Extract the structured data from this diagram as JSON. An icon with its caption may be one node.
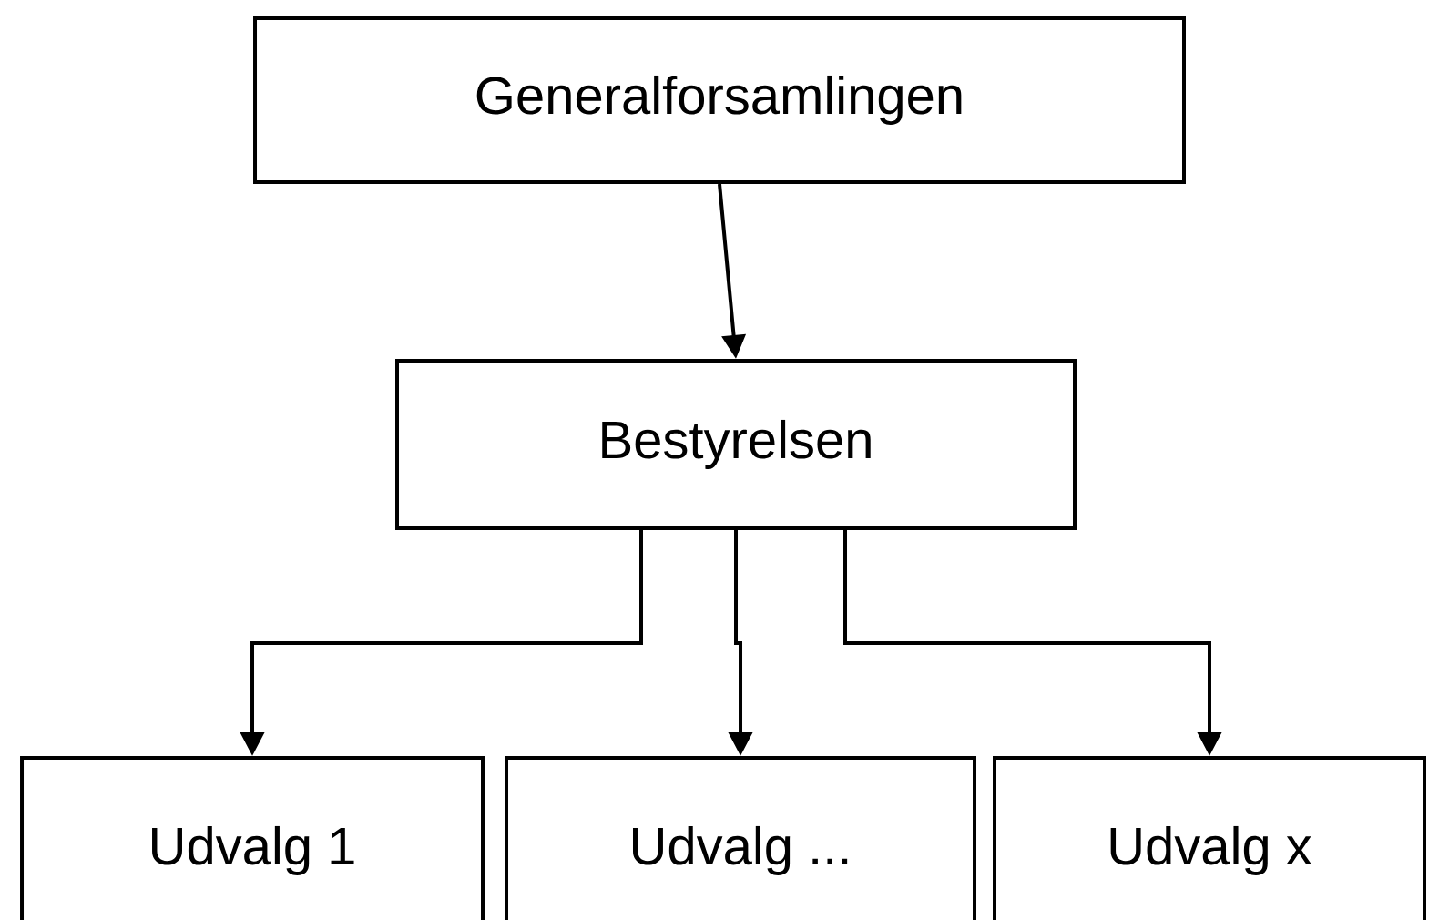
{
  "diagram": {
    "nodes": [
      {
        "text": [
          "Generalforsamlingen"
        ]
      },
      {
        "text": [
          "Bestyrelsen"
        ]
      },
      {
        "text": [
          "Udvalg 1"
        ]
      },
      {
        "text": [
          "Udvalg ..."
        ]
      },
      {
        "text": [
          "Udvalg x"
        ]
      }
    ],
    "edges": [
      {
        "from": 0,
        "to": 1,
        "arrow": "to"
      },
      {
        "from": 1,
        "to": 2,
        "arrow": "to"
      },
      {
        "from": 1,
        "to": 3,
        "arrow": "to"
      },
      {
        "from": 1,
        "to": 4,
        "arrow": "to"
      }
    ]
  }
}
